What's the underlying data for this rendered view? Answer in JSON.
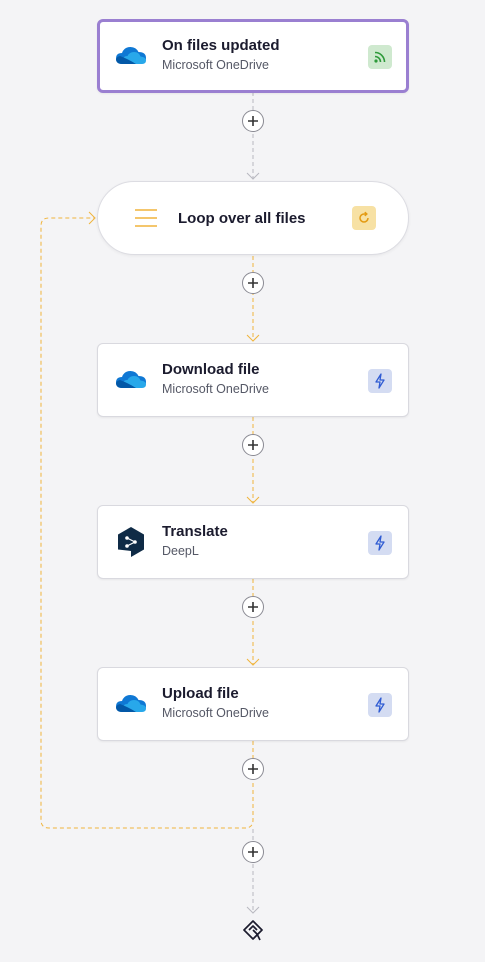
{
  "workflow": {
    "trigger": {
      "title": "On files updated",
      "subtitle": "Microsoft OneDrive",
      "logo_icon": "onedrive-cloud-icon",
      "badge_icon": "rss-icon"
    },
    "loop": {
      "title": "Loop over all files",
      "icon": "menu-lines-icon",
      "badge_icon": "loop-icon"
    },
    "steps": [
      {
        "title": "Download file",
        "subtitle": "Microsoft OneDrive",
        "logo_icon": "onedrive-cloud-icon",
        "badge_icon": "lightning-icon"
      },
      {
        "title": "Translate",
        "subtitle": "DeepL",
        "logo_icon": "deepl-icon",
        "badge_icon": "lightning-icon"
      },
      {
        "title": "Upload file",
        "subtitle": "Microsoft OneDrive",
        "logo_icon": "onedrive-cloud-icon",
        "badge_icon": "lightning-icon"
      }
    ],
    "end_icon": "end-flag-icon"
  },
  "colors": {
    "selected_border": "#9a7fd1",
    "loop_connector": "#f0b43c",
    "default_connector": "#b8b8c0",
    "trigger_badge_bg": "#cfe9cf",
    "action_badge_bg": "#d4dcf2",
    "loop_badge_bg": "#f7e1a4",
    "onedrive_blue": "#0f78d4",
    "deepl_navy": "#0f2b46"
  }
}
